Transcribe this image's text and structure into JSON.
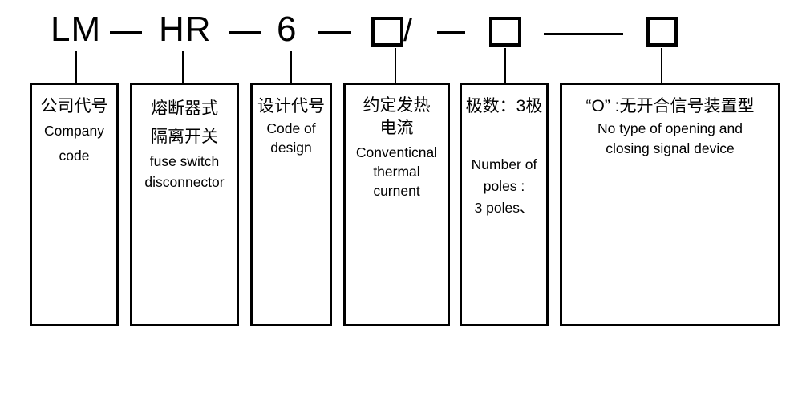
{
  "diagram_title": "LM-HR-6 model designation diagram",
  "code": {
    "company": "LM",
    "series": "HR",
    "design": "6",
    "slash": "/"
  },
  "legend": {
    "company": {
      "zh1": "公司代号",
      "en1": "Company",
      "en2": "code"
    },
    "switch": {
      "zh1": "熔断器式",
      "zh2": "隔离开关",
      "en1": "fuse switch",
      "en2": "disconnector"
    },
    "design": {
      "zh1": "设计代号",
      "en1": "Code of",
      "en2": "design"
    },
    "current": {
      "zh1": "约定发热",
      "zh2": "电流",
      "en1": "Conventicnal",
      "en2": "thermal",
      "en3": "curnent"
    },
    "poles": {
      "zh1": "极数：3极",
      "en1": "Number of",
      "en2": "poles :",
      "en3": "3 poles、"
    },
    "signal": {
      "zh1": "“O” :无开合信号装置型",
      "en1": "No type of opening and",
      "en2": "closing signal device"
    }
  },
  "colors": {
    "ink": "#000000",
    "background": "#ffffff"
  }
}
